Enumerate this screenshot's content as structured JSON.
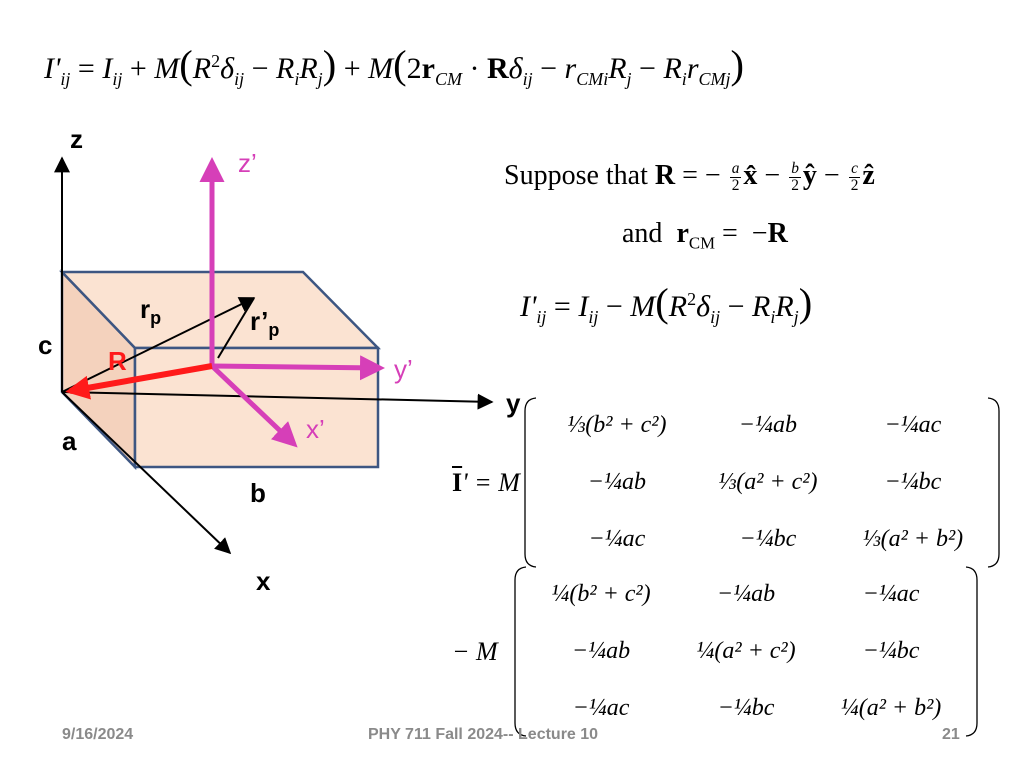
{
  "top_equation": {
    "lhs": "I'",
    "lhs_sub": "ij",
    "t1": "I",
    "t1_sub": "ij",
    "m1": "M",
    "r2": "R",
    "delta": "δ",
    "delta_sub": "ij",
    "ri": "R",
    "ri_sub": "i",
    "rj": "R",
    "rj_sub": "j",
    "m2": "M",
    "two": "2",
    "rcm": "r",
    "rcm_sub": "CM",
    "R_bold": "R",
    "rcmi": "r",
    "rcmi_sub": "CMi",
    "rcmj": "r",
    "rcmj_sub": "CMj"
  },
  "suppose": {
    "text": "Suppose that",
    "R": "R",
    "a": "a",
    "b": "b",
    "c": "c",
    "two": "2",
    "xhat": "x̂",
    "yhat": "ŷ",
    "zhat": "ẑ",
    "and_text": "and",
    "rcm": "r",
    "rcm_sub": "CM",
    "minusR": "R"
  },
  "mid_equation": {
    "lhs": "I'",
    "lhs_sub": "ij",
    "t1": "I",
    "t1_sub": "ij",
    "m": "M",
    "r2": "R",
    "delta": "δ",
    "delta_sub": "ij",
    "ri": "R",
    "ri_sub": "i",
    "rj": "R",
    "rj_sub": "j"
  },
  "matrix1": {
    "prefix": "I",
    "prefix_tail": "' = M",
    "diag_frac": "1/3",
    "rows": [
      [
        "⅓(b² + c²)",
        "−¼ab",
        "−¼ac"
      ],
      [
        "−¼ab",
        "⅓(a² + c²)",
        "−¼bc"
      ],
      [
        "−¼ac",
        "−¼bc",
        "⅓(a² + b²)"
      ]
    ]
  },
  "matrix2": {
    "prefix": "− M",
    "rows": [
      [
        "¼(b² + c²)",
        "−¼ab",
        "−¼ac"
      ],
      [
        "−¼ab",
        "¼(a² + c²)",
        "−¼bc"
      ],
      [
        "−¼ac",
        "−¼bc",
        "¼(a² + b²)"
      ]
    ]
  },
  "diagram": {
    "labels": {
      "z": "z",
      "y": "y",
      "x": "x",
      "zp": "z’",
      "yp": "y’",
      "xp": "x’",
      "a": "a",
      "b": "b",
      "c": "c",
      "R": "R",
      "rp": "r",
      "rp_sub": "p",
      "rpp": "r’",
      "rpp_sub": "p"
    },
    "colors": {
      "box_fill": "#fbe3d2",
      "box_side": "#f4d2bd",
      "box_edge": "#3d5682",
      "primed_axes": "#d63fb8",
      "R_vector": "#ff1a1a",
      "axes": "#000000"
    }
  },
  "footer": {
    "date": "9/16/2024",
    "course": "PHY 711  Fall 2024-- Lecture 10",
    "page": "21"
  }
}
